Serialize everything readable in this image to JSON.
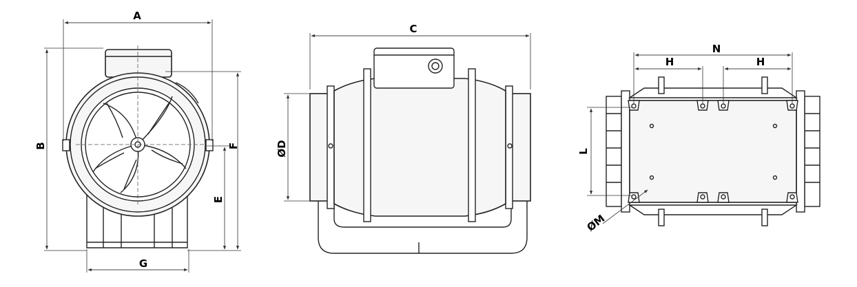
{
  "diagram": {
    "views": {
      "front": {
        "dimension_labels": {
          "width": "A",
          "height": "B",
          "axis_height": "E",
          "mount_height": "F",
          "foot_width": "G"
        }
      },
      "side": {
        "dimension_labels": {
          "length": "C",
          "diameter": "ØD"
        }
      },
      "bottom": {
        "dimension_labels": {
          "span": "N",
          "hole_spacing_left": "H",
          "hole_spacing_right": "H",
          "hole_distance": "L",
          "hole_diameter": "ØM"
        }
      }
    },
    "colors": {
      "line": "#222222",
      "fill": "#f6f6f6",
      "background": "#ffffff"
    }
  }
}
